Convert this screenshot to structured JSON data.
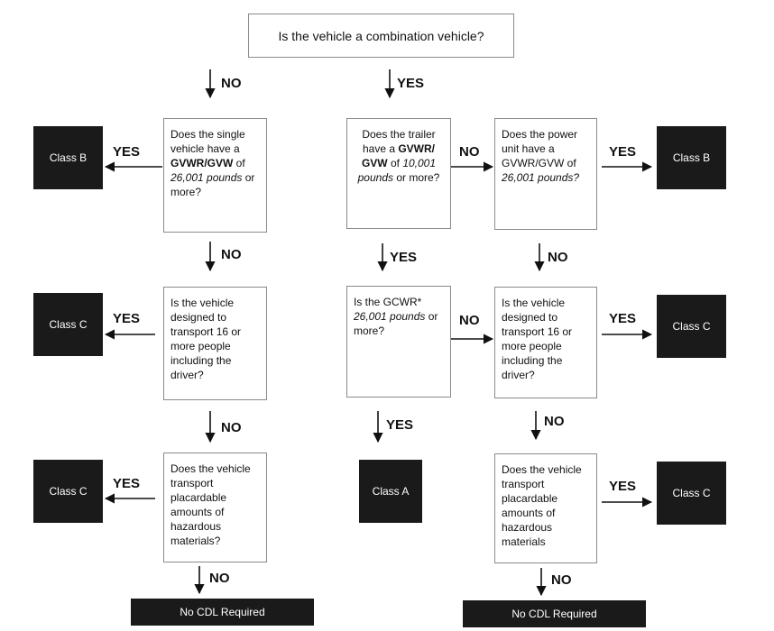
{
  "root_question": "Is the vehicle a combination vehicle?",
  "branch_labels": {
    "no": "NO",
    "yes": "YES"
  },
  "left": {
    "q1": [
      "Does the single vehicle have a ",
      "GVWR/GVW",
      " of ",
      "26,001 pounds",
      " or more?"
    ],
    "q2": "Is the vehicle designed to transport 16 or more people including the driver?",
    "q3": "Does the vehicle transport placardable amounts of hazardous materials?",
    "r1": "Class B",
    "r2": "Class C",
    "r3": "Class C",
    "final": "No CDL Required"
  },
  "middle": {
    "q1": [
      "Does the trailer have a ",
      "GVWR/",
      " ",
      "GVW",
      " of ",
      "10,001 pounds",
      " or more?"
    ],
    "q2": [
      "Is the GCWR* ",
      "26,001 pounds",
      " or more?"
    ],
    "result": "Class A"
  },
  "right": {
    "q1": [
      "Does the power unit have a GVWR/GVW of ",
      "26,001 pounds?"
    ],
    "q2": "Is the vehicle designed to transport 16 or more people including the driver?",
    "q3": "Does the vehicle transport placardable amounts of hazardous materials",
    "r1": "Class B",
    "r2": "Class C",
    "r3": "Class C",
    "final": "No CDL Required"
  }
}
